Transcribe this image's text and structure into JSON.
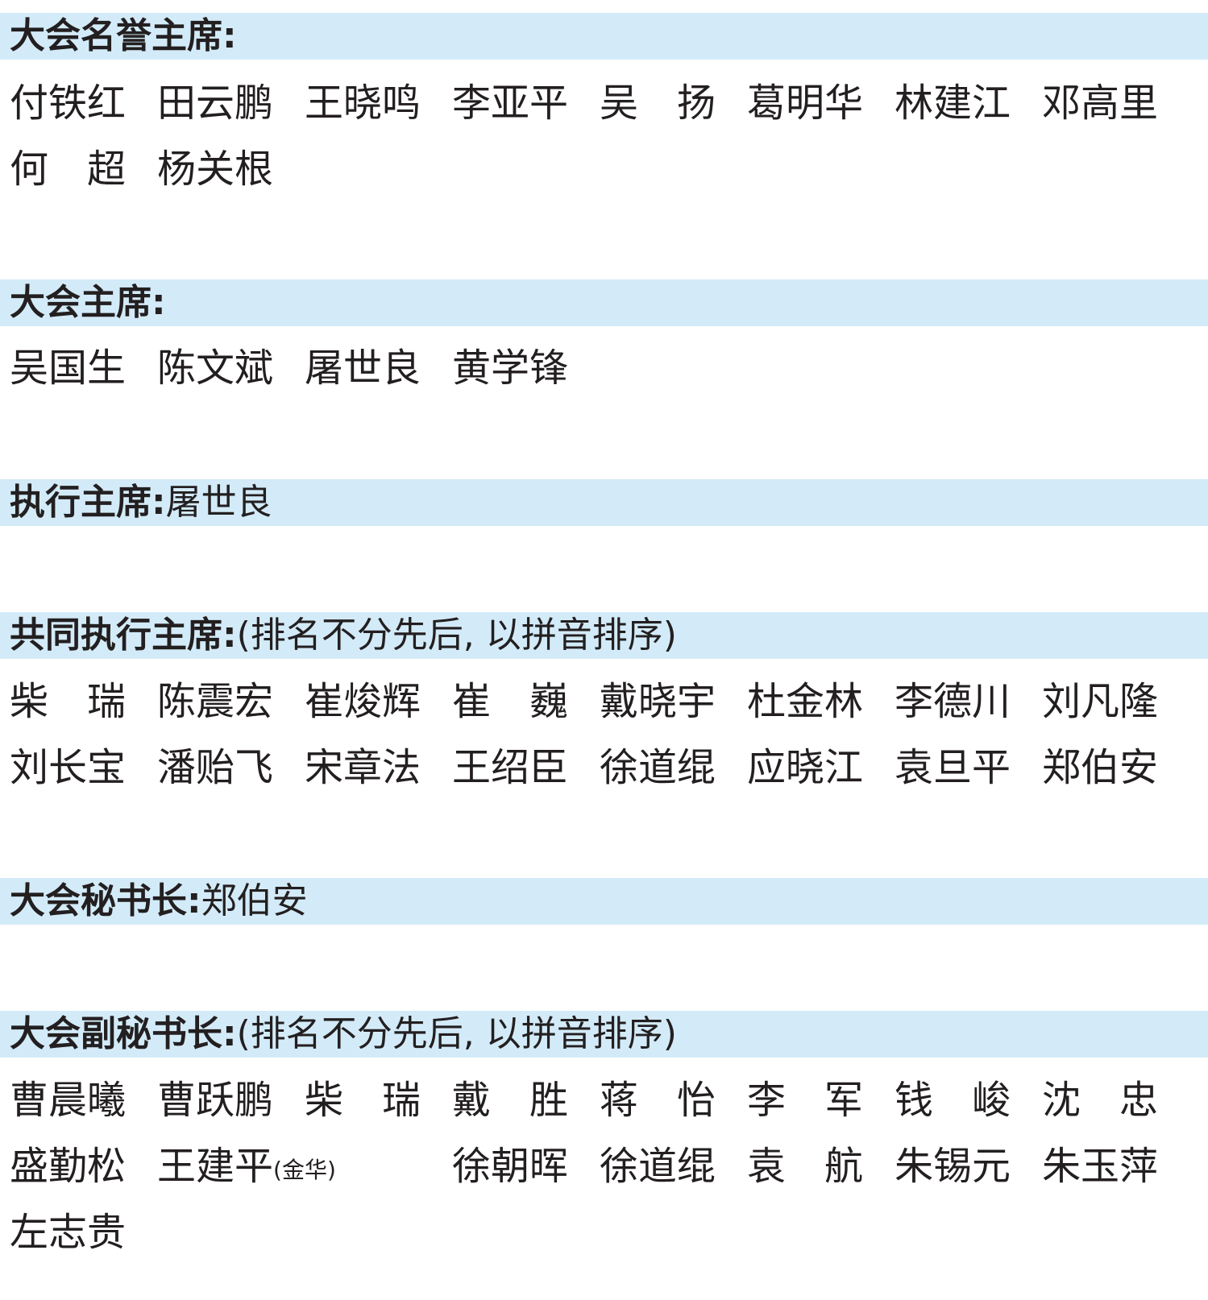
{
  "sections": [
    {
      "label": "大会名誉主席:",
      "after": "",
      "rows": [
        [
          "付铁红",
          "田云鹏",
          "王晓鸣",
          "李亚平",
          "吴　扬",
          "葛明华",
          "林建江",
          "邓高里"
        ],
        [
          "何　超",
          "杨关根"
        ]
      ]
    },
    {
      "label": "大会主席:",
      "after": "",
      "rows": [
        [
          "吴国生",
          "陈文斌",
          "屠世良",
          "黄学锋"
        ]
      ]
    },
    {
      "label": "执行主席:",
      "after": "屠世良",
      "rows": []
    },
    {
      "label": "共同执行主席:",
      "after": "(排名不分先后, 以拼音排序)",
      "rows": [
        [
          "柴　瑞",
          "陈震宏",
          "崔焌辉",
          "崔　巍",
          "戴晓宇",
          "杜金林",
          "李德川",
          "刘凡隆"
        ],
        [
          "刘长宝",
          "潘贻飞",
          "宋章法",
          "王绍臣",
          "徐道绲",
          "应晓江",
          "袁旦平",
          "郑伯安"
        ]
      ]
    },
    {
      "label": "大会秘书长:",
      "after": "郑伯安",
      "rows": []
    },
    {
      "label": "大会副秘书长:",
      "after": "(排名不分先后, 以拼音排序)",
      "rows": [
        [
          "曹晨曦",
          "曹跃鹏",
          "柴　瑞",
          "戴　胜",
          "蒋　怡",
          "李　军",
          "钱　峻",
          "沈　忠"
        ],
        [
          "盛勤松",
          "王建平",
          "",
          "徐朝晖",
          "徐道绲",
          "袁　航",
          "朱锡元",
          "朱玉萍"
        ],
        [
          "左志贵"
        ]
      ],
      "annotation": "(金华)"
    }
  ]
}
